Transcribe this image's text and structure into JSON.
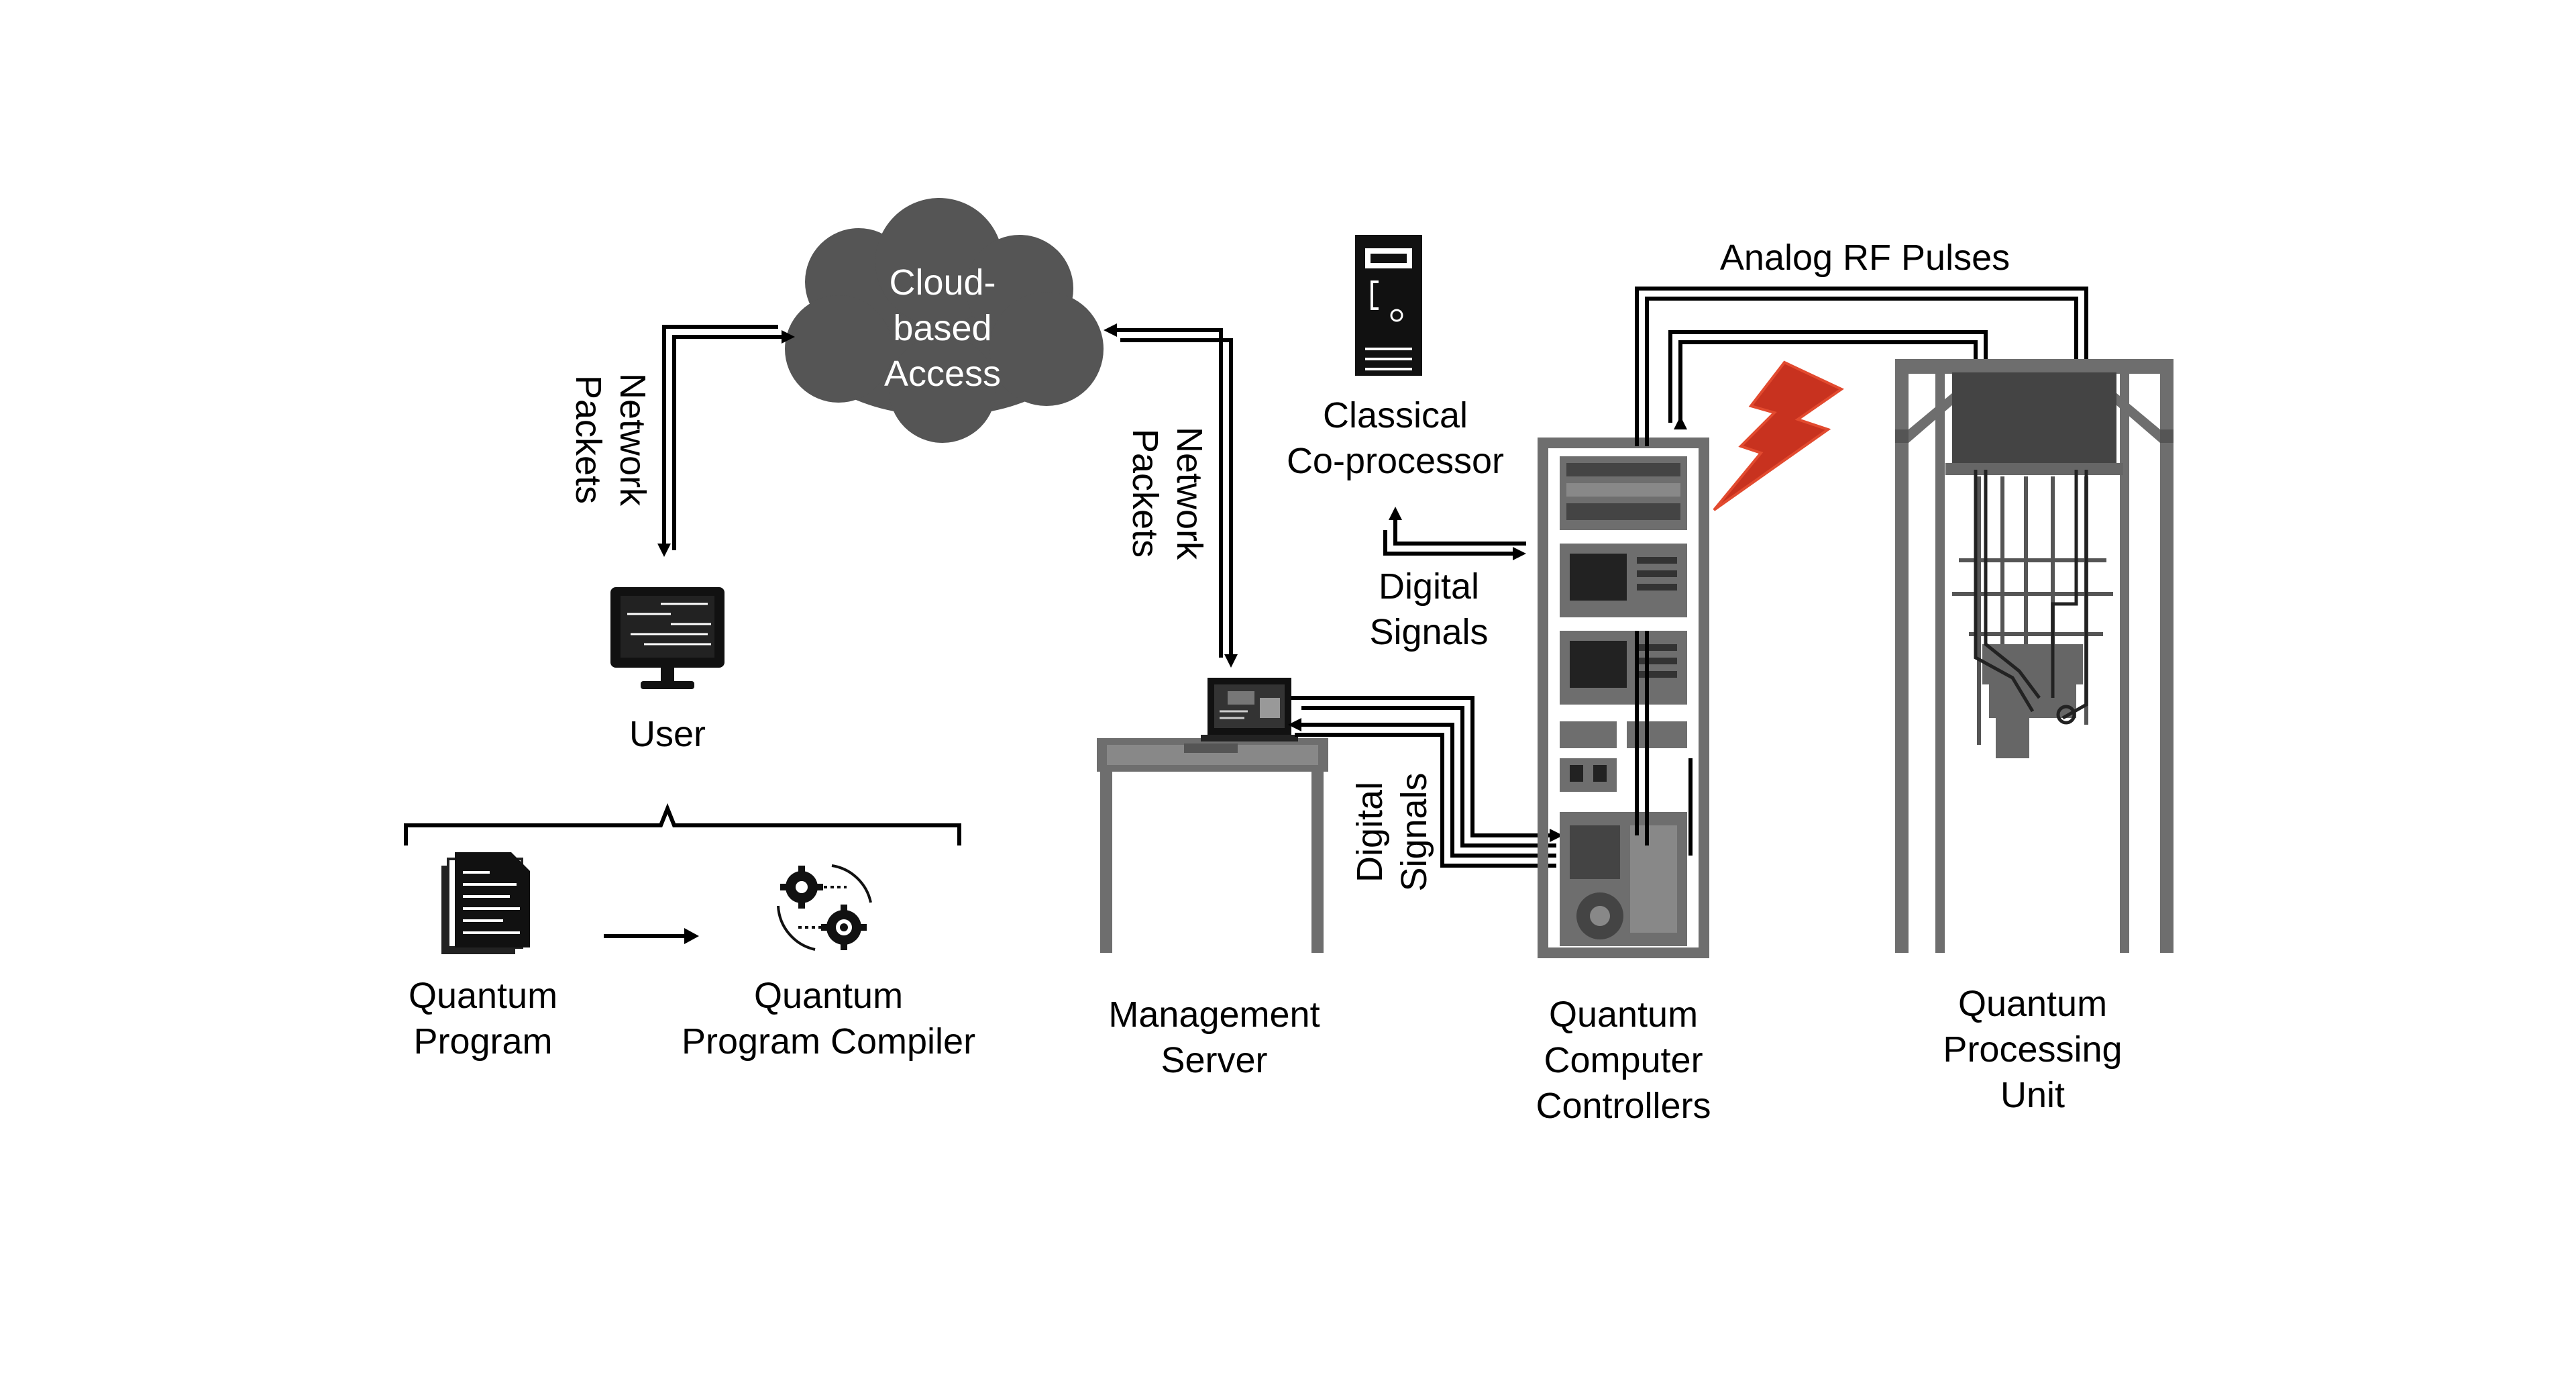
{
  "labels": {
    "cloud_line1": "Cloud-",
    "cloud_line2": "based",
    "cloud_line3": "Access",
    "network_packets_left_line1": "Network",
    "network_packets_left_line2": "Packets",
    "network_packets_right_line1": "Network",
    "network_packets_right_line2": "Packets",
    "user": "User",
    "quantum_program_line1": "Quantum",
    "quantum_program_line2": "Program",
    "compiler_line1": "Quantum",
    "compiler_line2": "Program Compiler",
    "classical_line1": "Classical",
    "classical_line2": "Co-processor",
    "digital_signals_top_line1": "Digital",
    "digital_signals_top_line2": "Signals",
    "digital_signals_side_line1": "Digital",
    "digital_signals_side_line2": "Signals",
    "analog_rf": "Analog RF Pulses",
    "management_line1": "Management",
    "management_line2": "Server",
    "controllers_line1": "Quantum",
    "controllers_line2": "Computer",
    "controllers_line3": "Controllers",
    "qpu_line1": "Quantum",
    "qpu_line2": "Processing",
    "qpu_line3": "Unit"
  },
  "colors": {
    "cloud": "#555555",
    "hardware": "#6e6e6e",
    "dark": "#1a1a1a",
    "lightning": "#d7281c"
  },
  "icons": [
    "cloud-icon",
    "desktop-monitor-icon",
    "document-icon",
    "gears-icon",
    "server-tower-icon",
    "laptop-icon",
    "lightning-bolt-icon"
  ]
}
